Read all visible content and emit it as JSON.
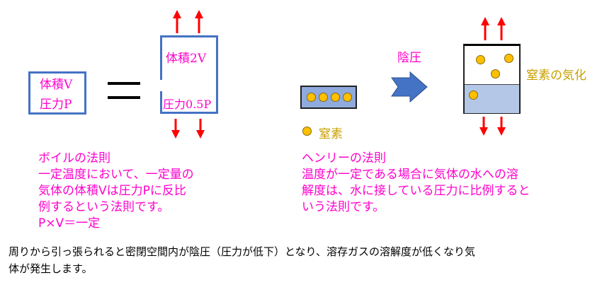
{
  "boyle": {
    "left_box": {
      "line1": "体積V",
      "line2": "圧力P"
    },
    "right_box": {
      "line1": "体積2V",
      "line2": "圧力0.5P"
    },
    "title": "ボイルの法則",
    "lines": [
      "一定温度において、一定量の",
      "気体の体積Vは圧力Pに反比",
      "例するという法則です。",
      "P×V＝一定"
    ]
  },
  "henry": {
    "depressurize_label": "陰圧",
    "nitrogen_label": "窒素",
    "vaporization_label": "窒素の気化",
    "title": "ヘンリーの法則",
    "lines": [
      "温度が一定である場合に気体の水への溶",
      "解度は、水に接している圧力に比例すると",
      "いう法則です。"
    ]
  },
  "footer": {
    "lines": [
      "周りから引っ張られると密閉空間内が陰圧（圧力が低下）となり、溶存ガスの溶解度が低くなり気",
      "体が発生します。"
    ]
  },
  "colors": {
    "box_border": "#4472c4",
    "arrow_red": "#ff0000",
    "text_pink": "#ff00cc",
    "nitrogen_gold": "#ffc000",
    "label_gold": "#c9a000",
    "water_fill": "#b4c7e7",
    "right_arrow": "#4472c4"
  }
}
